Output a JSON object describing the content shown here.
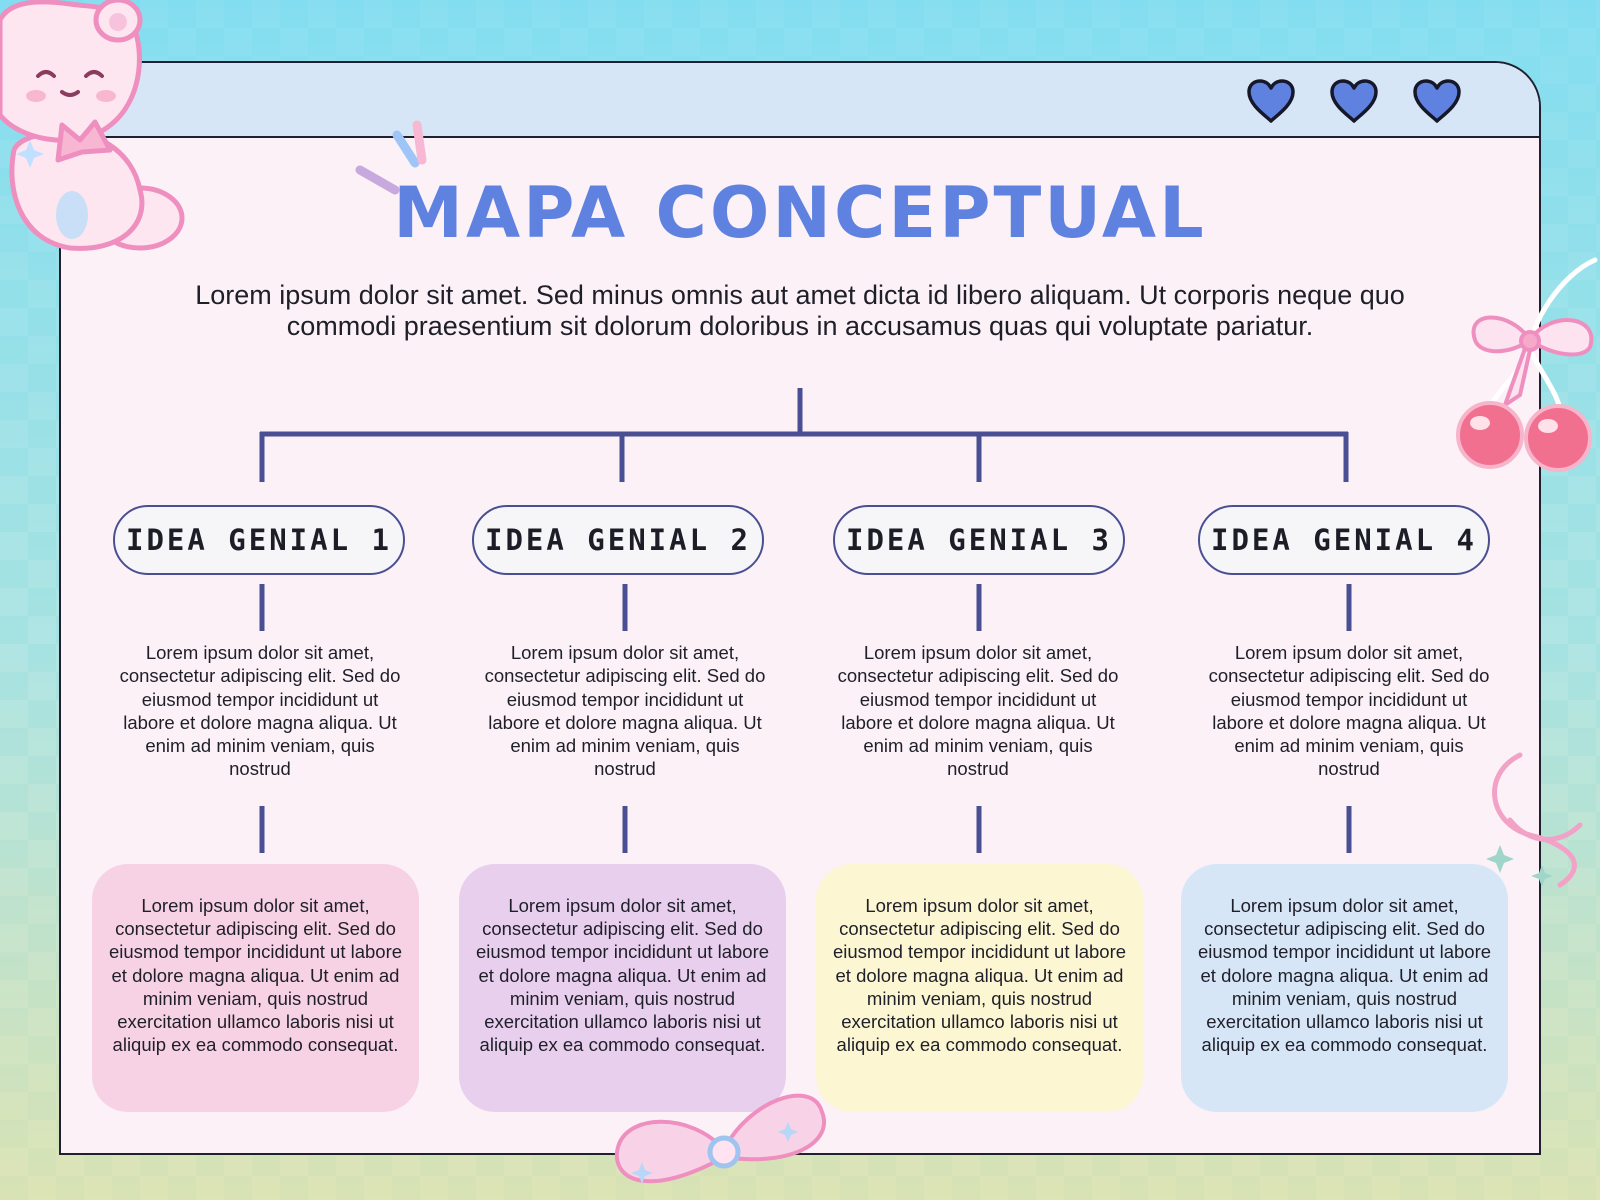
{
  "title": "MAPA CONCEPTUAL",
  "intro": "Lorem ipsum dolor sit amet. Sed minus omnis aut amet dicta id libero aliquam. Ut corporis neque quo commodi praesentium sit dolorum doloribus in accusamus quas qui voluptate pariatur.",
  "colors": {
    "title": "#5f82e0",
    "line": "#4a4f93",
    "heart": "#5f82e0",
    "card_bg": "#fbf1f7",
    "titlebar_bg": "#d6e6f7"
  },
  "ideas": [
    {
      "label": "IDEA GENIAL 1",
      "desc": "Lorem ipsum dolor sit amet, consectetur adipiscing elit. Sed do eiusmod tempor incididunt ut labore et dolore magna aliqua. Ut enim ad minim veniam, quis nostrud",
      "box_text": "Lorem ipsum dolor sit amet, consectetur adipiscing elit. Sed do eiusmod tempor incididunt ut labore et dolore magna aliqua. Ut enim ad minim veniam, quis nostrud exercitation ullamco laboris nisi ut aliquip ex ea commodo consequat.",
      "box_color": "#f7d2e4"
    },
    {
      "label": "IDEA GENIAL 2",
      "desc": "Lorem ipsum dolor sit amet, consectetur adipiscing elit. Sed do eiusmod tempor incididunt ut labore et dolore magna aliqua. Ut enim ad minim veniam, quis nostrud",
      "box_text": "Lorem ipsum dolor sit amet, consectetur adipiscing elit. Sed do eiusmod tempor incididunt ut labore et dolore magna aliqua. Ut enim ad minim veniam, quis nostrud exercitation ullamco laboris nisi ut aliquip ex ea commodo consequat.",
      "box_color": "#e9cfee"
    },
    {
      "label": "IDEA GENIAL 3",
      "desc": "Lorem ipsum dolor sit amet, consectetur adipiscing elit. Sed do eiusmod tempor incididunt ut labore et dolore magna aliqua. Ut enim ad minim veniam, quis nostrud",
      "box_text": "Lorem ipsum dolor sit amet, consectetur adipiscing elit. Sed do eiusmod tempor incididunt ut labore et dolore magna aliqua. Ut enim ad minim veniam, quis nostrud exercitation ullamco laboris nisi ut aliquip ex ea commodo consequat.",
      "box_color": "#fdf6d2"
    },
    {
      "label": "IDEA GENIAL 4",
      "desc": "Lorem ipsum dolor sit amet, consectetur adipiscing elit. Sed do eiusmod tempor incididunt ut labore et dolore magna aliqua. Ut enim ad minim veniam, quis nostrud",
      "box_text": "Lorem ipsum dolor sit amet, consectetur adipiscing elit. Sed do eiusmod tempor incididunt ut labore et dolore magna aliqua. Ut enim ad minim veniam, quis nostrud exercitation ullamco laboris nisi ut aliquip ex ea commodo consequat.",
      "box_color": "#d7e6f7"
    }
  ],
  "decorations": {
    "icons": [
      "heart-icon",
      "heart-icon",
      "heart-icon",
      "teddy-bear-icon",
      "cherry-bow-icon",
      "ribbon-bow-icon",
      "sparkle-strokes-icon",
      "ribbon-swirl-icon"
    ]
  }
}
